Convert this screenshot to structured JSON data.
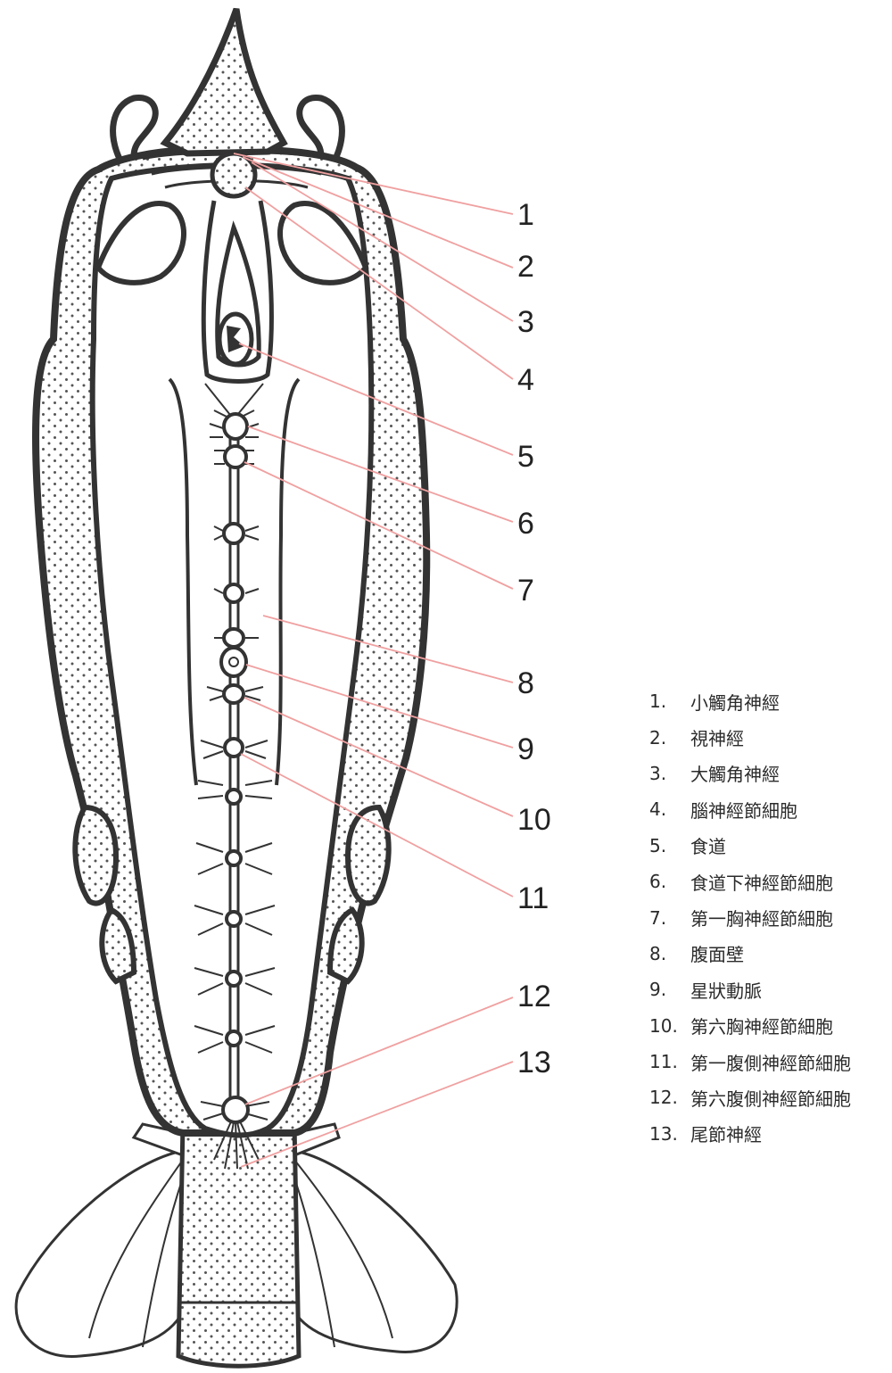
{
  "colors": {
    "outline": "#333333",
    "stipple": "#e8dfdc",
    "dot": "#555555",
    "leader_line": "#f0a0a0"
  },
  "callouts": [
    "1",
    "2",
    "3",
    "4",
    "5",
    "6",
    "7",
    "8",
    "9",
    "10",
    "11",
    "12",
    "13"
  ],
  "legend": [
    {
      "num": "1.",
      "text": "小觸角神經"
    },
    {
      "num": "2.",
      "text": "視神經"
    },
    {
      "num": "3.",
      "text": "大觸角神經"
    },
    {
      "num": "4.",
      "text": "腦神經節細胞"
    },
    {
      "num": "5.",
      "text": "食道"
    },
    {
      "num": "6.",
      "text": "食道下神經節細胞"
    },
    {
      "num": "7.",
      "text": "第一胸神經節細胞"
    },
    {
      "num": "8.",
      "text": "腹面壁"
    },
    {
      "num": "9.",
      "text": "星狀動脈"
    },
    {
      "num": "10.",
      "text": "第六胸神經節細胞"
    },
    {
      "num": "11.",
      "text": "第一腹側神經節細胞"
    },
    {
      "num": "12.",
      "text": "第六腹側神經節細胞"
    },
    {
      "num": "13.",
      "text": "尾節神經"
    }
  ]
}
